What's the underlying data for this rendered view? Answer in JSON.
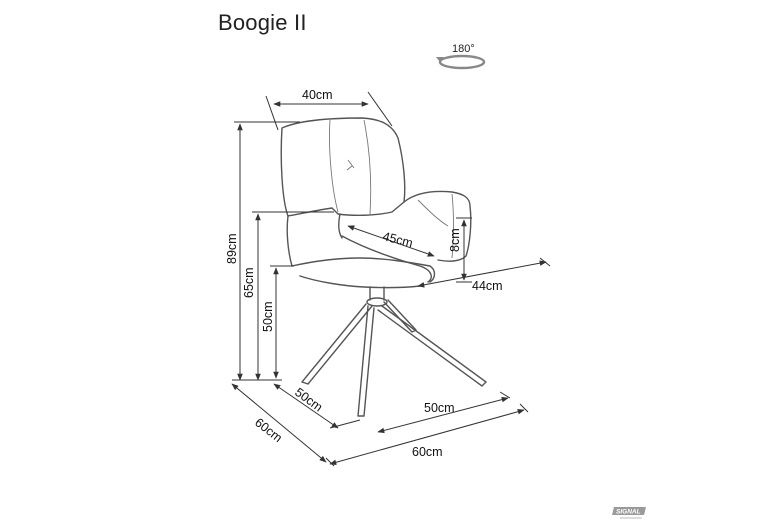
{
  "product": {
    "title": "Boogie II"
  },
  "rotation": {
    "label": "180°",
    "icon": "rotation-arrow-icon"
  },
  "dimensions": {
    "backrest_width": "40cm",
    "seat_width": "45cm",
    "armrest_thickness": "8cm",
    "armrest_span": "44cm",
    "total_height": "89cm",
    "armrest_height": "65cm",
    "seat_height": "50cm",
    "base_depth": "50cm",
    "base_width": "50cm",
    "footprint_depth": "60cm",
    "footprint_width": "60cm"
  },
  "brand": {
    "name": "SIGNAL",
    "icon": "signal-logo-icon"
  },
  "colors": {
    "line": "#555555",
    "text": "#111111",
    "logo": "#9a9a9a"
  }
}
